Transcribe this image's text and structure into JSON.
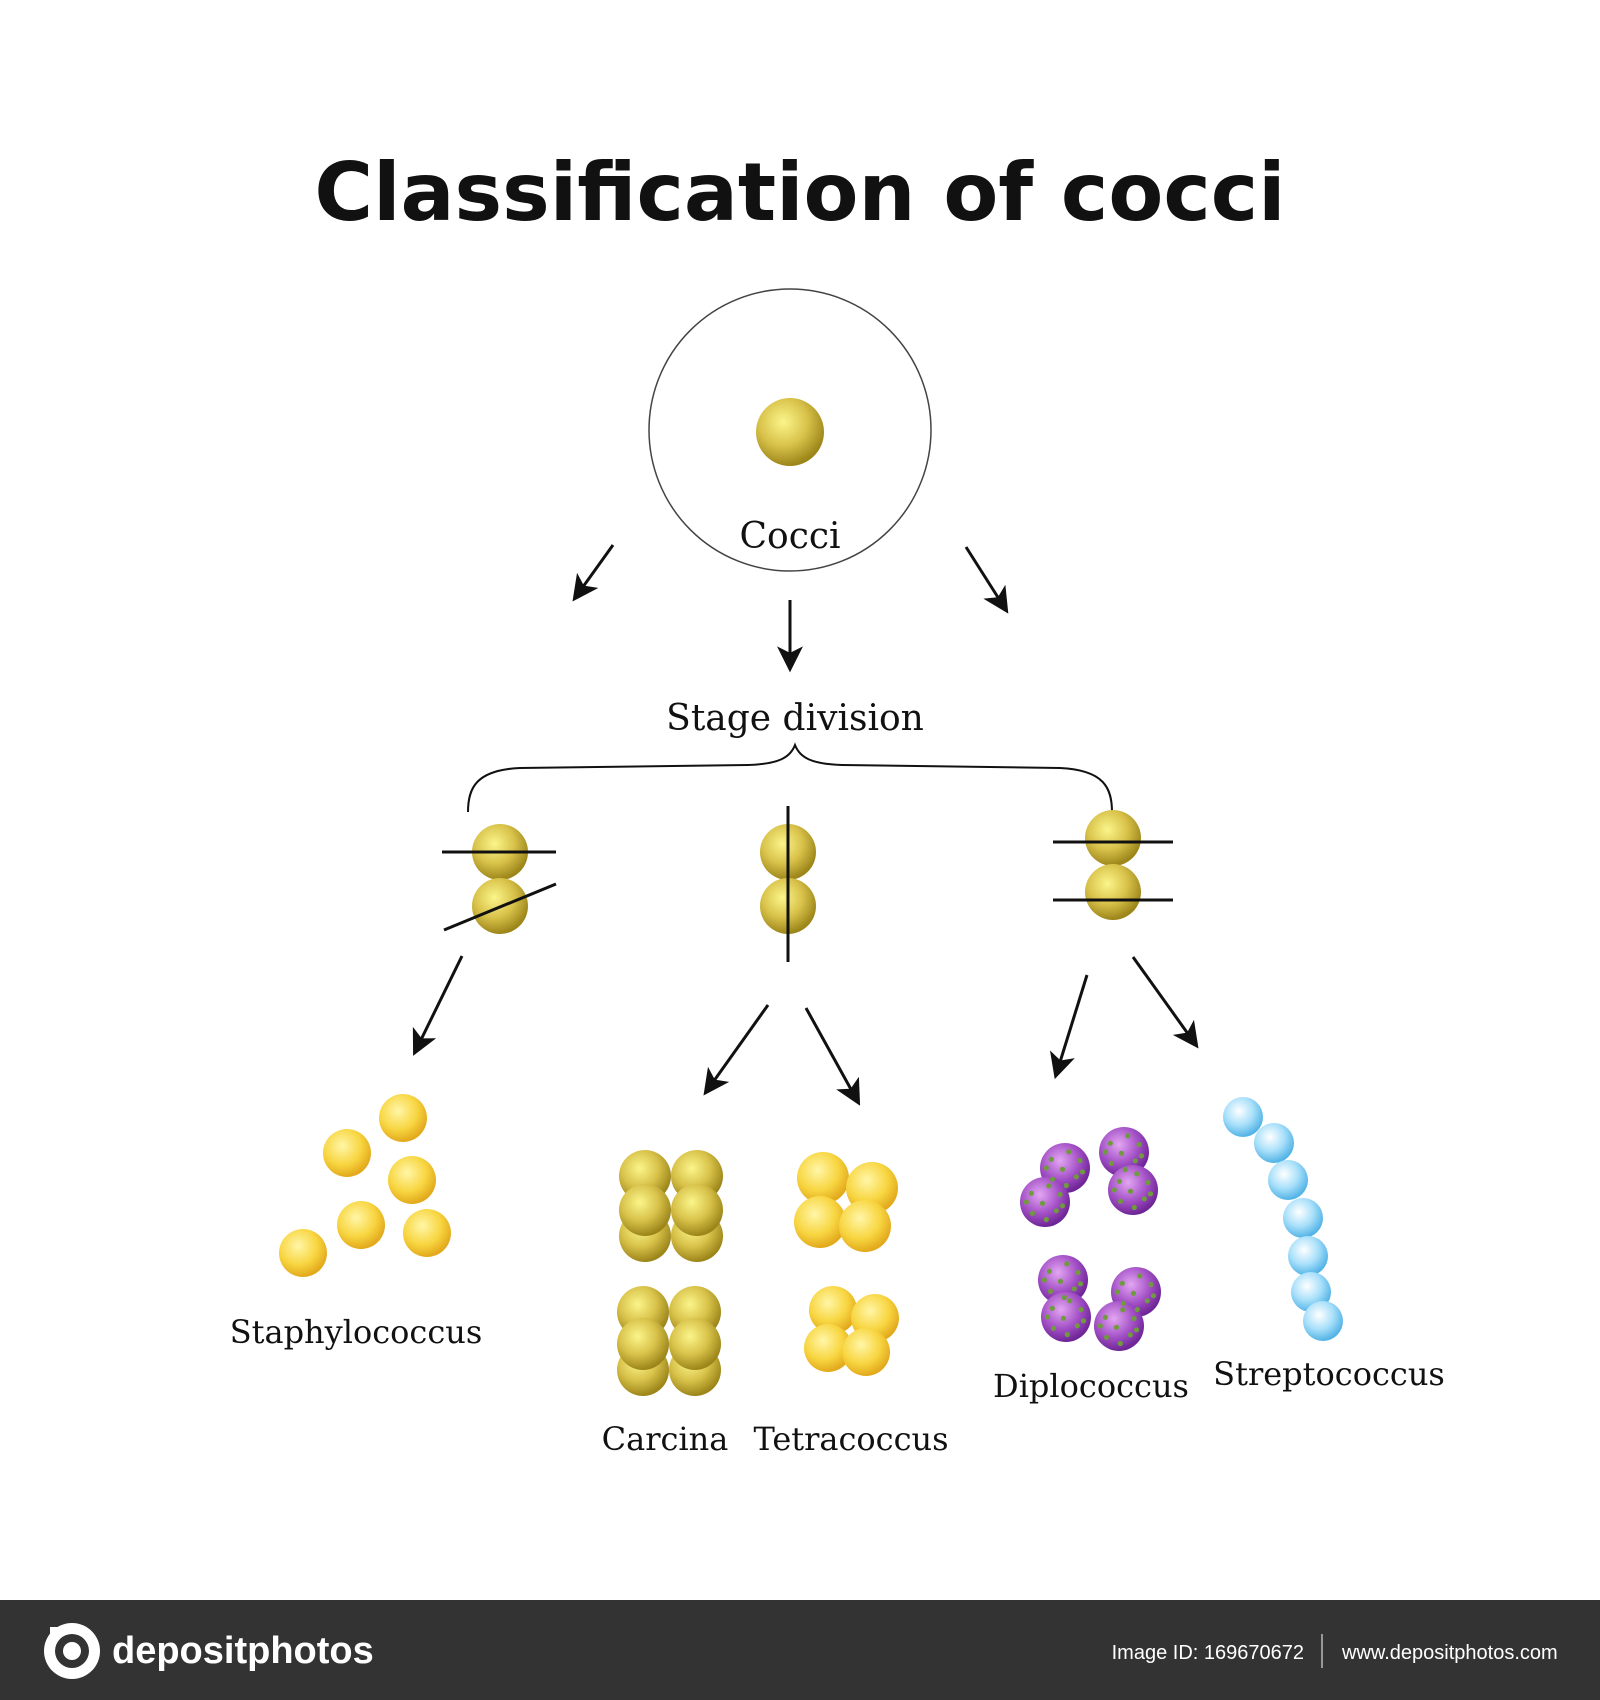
{
  "title": "Classification of cocci",
  "root_label": "Cocci",
  "stage_label": "Stage division",
  "leaves": {
    "staphylococcus": "Staphylococcus",
    "carcina": "Carcina",
    "tetracoccus": "Tetracoccus",
    "diplococcus": "Diplococcus",
    "streptococcus": "Streptococcus"
  },
  "footer": {
    "brand": "depositphotos",
    "image_id": "Image ID: 169670672",
    "url": "www.depositphotos.com"
  },
  "colors": {
    "gold": "#d8c24a",
    "yellow": "#f7d54a",
    "purple": "#a24fc5",
    "dot_green": "#6f9a3e",
    "blue": "#6cc4ee",
    "footer_bg": "#333333"
  }
}
